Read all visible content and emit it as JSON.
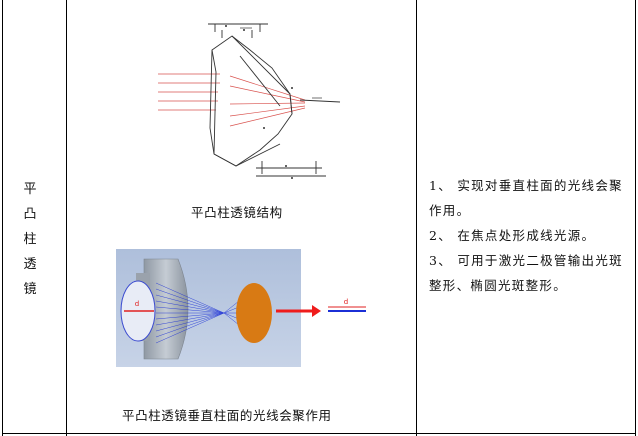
{
  "row_title_chars": [
    "平",
    "凸",
    "柱",
    "透",
    "镜"
  ],
  "figure1": {
    "caption": "平凸柱透镜结构"
  },
  "figure2": {
    "caption": "平凸柱透镜垂直柱面的光线会聚作用",
    "label_d_left": "d",
    "label_d_right": "d",
    "colors": {
      "background": "#b9c8e0",
      "lens": "#9aa3ad",
      "beam": "#1b2fd6",
      "spot": "#d87a14",
      "arrow": "#ef1c1c"
    }
  },
  "description": {
    "items": [
      "1、 实现对垂直柱面的光线会聚作用。",
      "2、 在焦点处形成线光源。",
      "3、 可用于激光二极管输出光斑整形、椭圆光斑整形。"
    ]
  }
}
